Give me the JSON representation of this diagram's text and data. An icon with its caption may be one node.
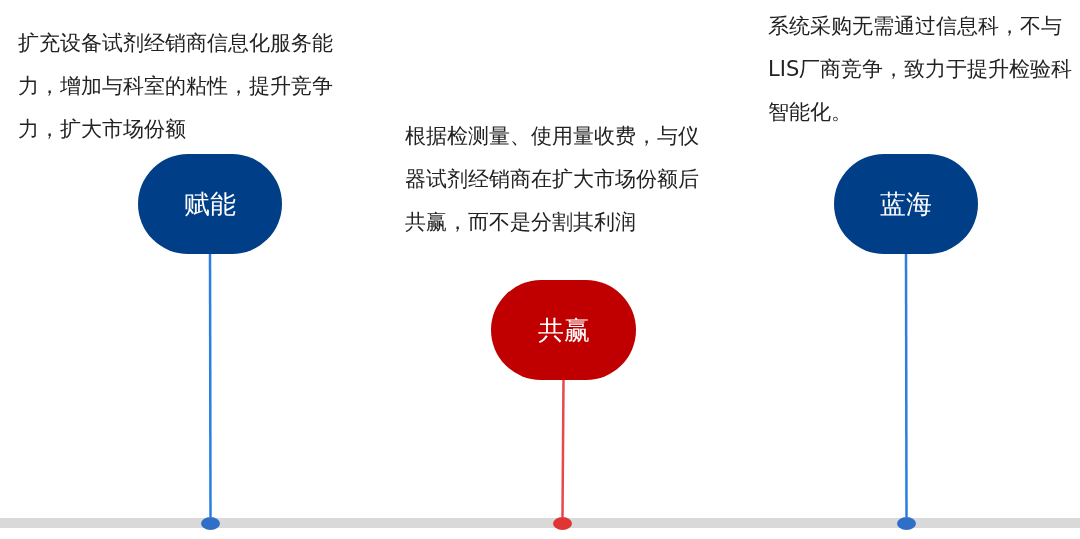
{
  "diagram": {
    "nodes": [
      {
        "text": [
          "赋能"
        ],
        "beside": [
          "扩充设备试剂经销商信息化服务能力，增加与科室的粘性，提升竞争力，扩大市场份额"
        ]
      },
      {
        "text": [],
        "shape": "circle"
      },
      {
        "text": [
          "共赢"
        ],
        "beside": [
          "根据检测量、使用量收费，与仪器试剂经销商在扩大市场份额后共赢，而不是分割其利润"
        ]
      },
      {
        "text": [],
        "shape": "circle"
      },
      {
        "text": [
          "蓝海"
        ],
        "beside": [
          "系统采购无需通过信息科，不与LIS厂商竞争，致力于提升检验科智能化。"
        ]
      },
      {
        "text": [],
        "shape": "circle"
      }
    ],
    "edges": [
      {
        "from": 0,
        "to": 1,
        "arrow": "none"
      },
      {
        "from": 2,
        "to": 3,
        "arrow": "none",
        "color": "#e8474c"
      },
      {
        "from": 4,
        "to": 5,
        "arrow": "none"
      }
    ]
  }
}
